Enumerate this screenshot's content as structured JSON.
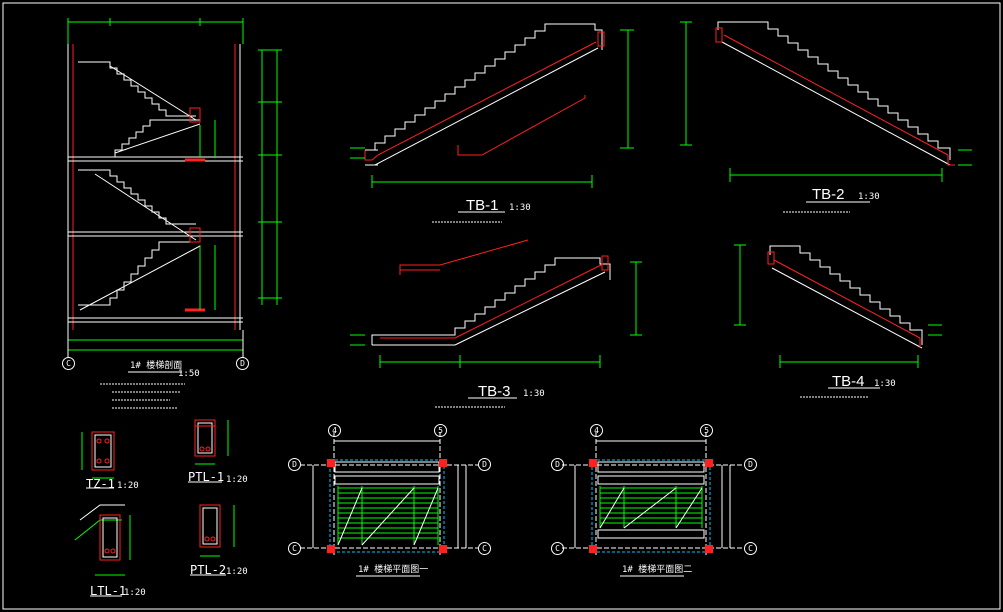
{
  "drawing": {
    "colors": {
      "background": "#000000",
      "line": "#ffffff",
      "dim": "#00ff00",
      "red": "#ff2020",
      "cyan": "#00c8ff",
      "grid": "#00ff00"
    },
    "titles": {
      "tb1": "TB-1",
      "tb2": "TB-2",
      "tb3": "TB-3",
      "tb4": "TB-4",
      "tz1": "TZ-1",
      "ptl1": "PTL-1",
      "ptl2": "PTL-2",
      "ltl1": "LTL-1"
    },
    "scales": {
      "tb1": "1:30",
      "tb2": "1:30",
      "tb3": "1:30",
      "tb4": "1:30",
      "tz1": "1:20",
      "ptl1": "1:20",
      "ptl2": "1:20",
      "ltl1": "1:20",
      "section": "1:50"
    },
    "axes": {
      "c": "C",
      "d": "D",
      "n4": "4",
      "n5": "5"
    },
    "section_title": "1# 楼梯剖面",
    "plan1_title": "1# 楼梯平面图一",
    "plan2_title": "1# 楼梯平面图二"
  }
}
